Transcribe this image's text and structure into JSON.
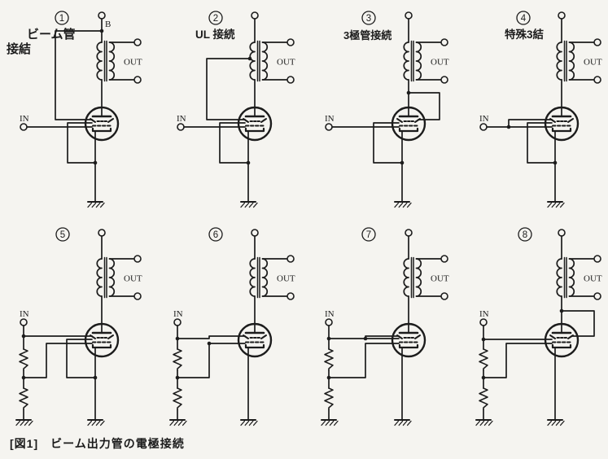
{
  "caption": "[図1]　ビーム出力管の電極接続",
  "colors": {
    "ink": "#1c1c1c",
    "paper": "#f5f4f0"
  },
  "circuits": [
    {
      "digit": "1",
      "title_lines": [
        "ビーム管",
        "接結"
      ],
      "labels": {
        "in": "IN",
        "out": "OUT",
        "b": "B"
      }
    },
    {
      "digit": "2",
      "title_lines": [
        "UL 接続"
      ],
      "labels": {
        "in": "IN",
        "out": "OUT"
      }
    },
    {
      "digit": "3",
      "title_lines": [
        "3極管接続"
      ],
      "labels": {
        "in": "IN",
        "out": "OUT"
      }
    },
    {
      "digit": "4",
      "title_lines": [
        "特殊3結"
      ],
      "labels": {
        "in": "IN",
        "out": "OUT"
      }
    },
    {
      "digit": "5",
      "title_lines": [],
      "labels": {
        "in": "IN",
        "out": "OUT"
      }
    },
    {
      "digit": "6",
      "title_lines": [],
      "labels": {
        "in": "IN",
        "out": "OUT"
      }
    },
    {
      "digit": "7",
      "title_lines": [],
      "labels": {
        "in": "IN",
        "out": "OUT"
      }
    },
    {
      "digit": "8",
      "title_lines": [],
      "labels": {
        "in": "IN",
        "out": "OUT"
      }
    }
  ]
}
